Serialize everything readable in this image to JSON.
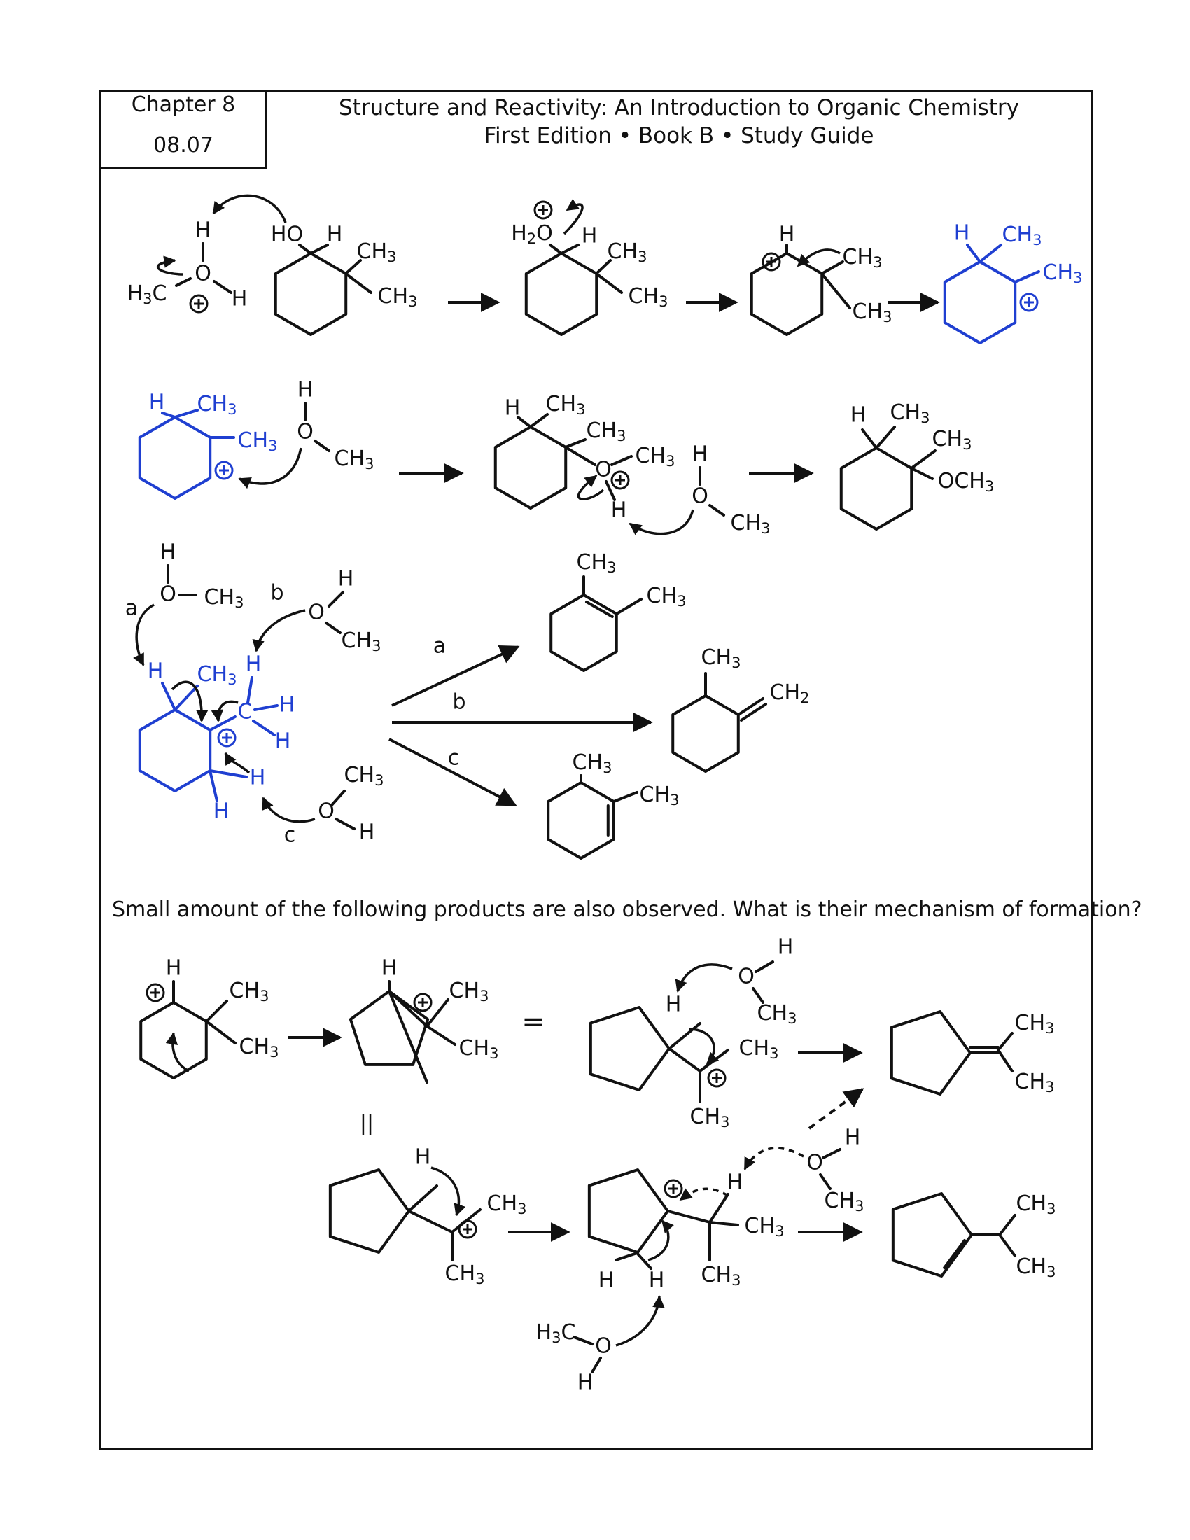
{
  "header": {
    "chapter": "Chapter 8",
    "section": "08.07",
    "title": "Structure and Reactivity: An Introduction to Organic Chemistry",
    "subtitle": "First Edition • Book B • Study Guide"
  },
  "question": "Small amount of the following products are also observed. What is their mechanism of formation?",
  "labels": {
    "H": "H",
    "O": "O",
    "C": "C",
    "HO": "HO",
    "H3C": "H3C",
    "H2O": "H2O",
    "CH3": "CH3",
    "CH2": "CH2",
    "OCH3": "OCH3",
    "plus": "+",
    "equals": "=",
    "parallel": "||",
    "path_a": "a",
    "path_b": "b",
    "path_c": "c"
  },
  "colors": {
    "ink": "#111111",
    "highlight": "#1f3fd1"
  }
}
